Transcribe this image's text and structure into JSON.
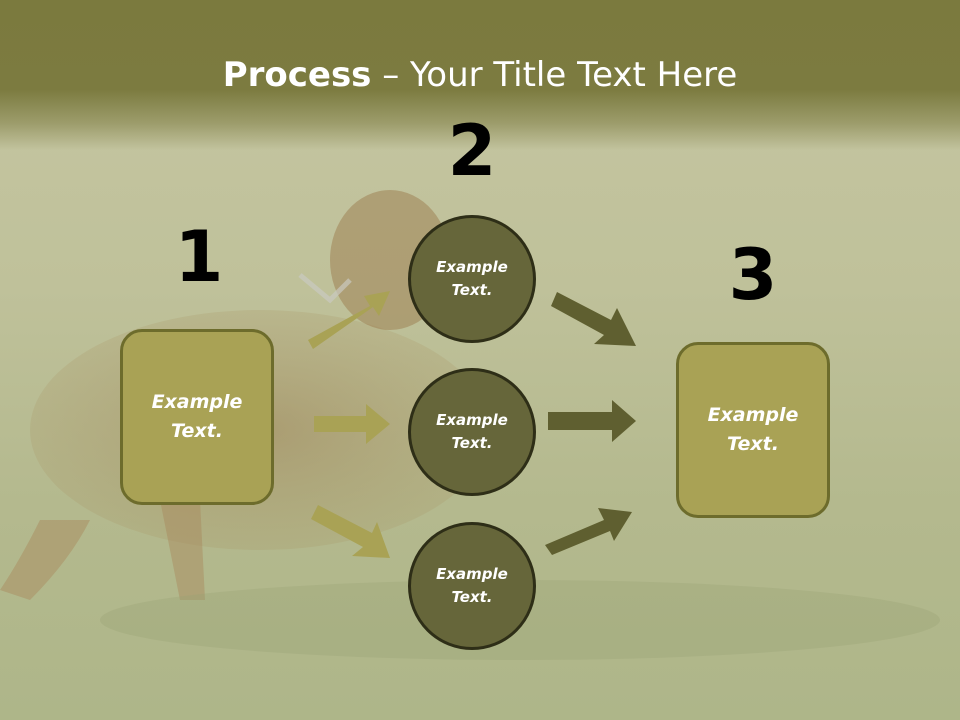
{
  "title": {
    "bold": "Process",
    "rest": " – Your Title Text Here"
  },
  "steps": {
    "one": {
      "number": "1",
      "text": "Example Text."
    },
    "two": {
      "number": "2",
      "items": [
        "Example Text.",
        "Example Text.",
        "Example Text."
      ]
    },
    "three": {
      "number": "3",
      "text": "Example Text."
    }
  },
  "colors": {
    "header": "#7b7a3e",
    "box_fill": "#a9a255",
    "circle_fill": "#66663a",
    "arrow_light": "#a9a255",
    "arrow_dark": "#5f5f30"
  }
}
